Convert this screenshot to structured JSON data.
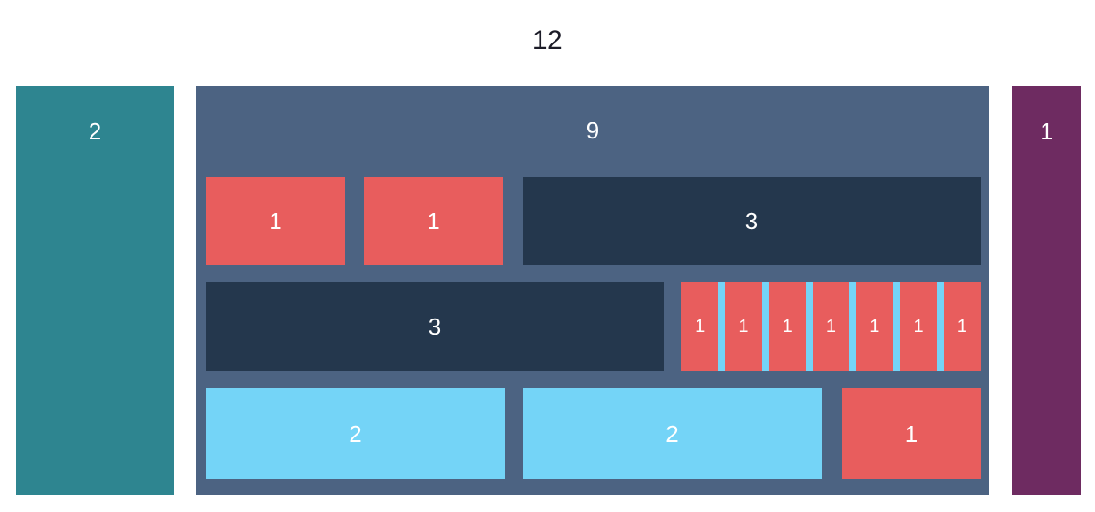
{
  "title": "12",
  "colors": {
    "background": "#ffffff",
    "teal": "#2e8590",
    "purple": "#6e2b61",
    "slate": "#4c6382",
    "red": "#e85d5d",
    "dark_navy": "#24374d",
    "light_blue": "#74d4f7",
    "label_text": "#ffffff",
    "title_text": "#1c1c28"
  },
  "left_column": {
    "label": "2"
  },
  "right_column": {
    "label": "1"
  },
  "main_container": {
    "label": "9",
    "rows": [
      {
        "cells": [
          {
            "label": "1",
            "color": "red"
          },
          {
            "label": "1",
            "color": "red"
          },
          {
            "label": "3",
            "color": "dark"
          }
        ]
      },
      {
        "cells": [
          {
            "label": "3",
            "color": "dark"
          }
        ],
        "strip": {
          "segments": [
            {
              "label": "1"
            },
            {
              "label": "1"
            },
            {
              "label": "1"
            },
            {
              "label": "1"
            },
            {
              "label": "1"
            },
            {
              "label": "1"
            },
            {
              "label": "1"
            }
          ]
        }
      },
      {
        "cells": [
          {
            "label": "2",
            "color": "blue"
          },
          {
            "label": "2",
            "color": "blue"
          },
          {
            "label": "1",
            "color": "red"
          }
        ]
      }
    ]
  }
}
